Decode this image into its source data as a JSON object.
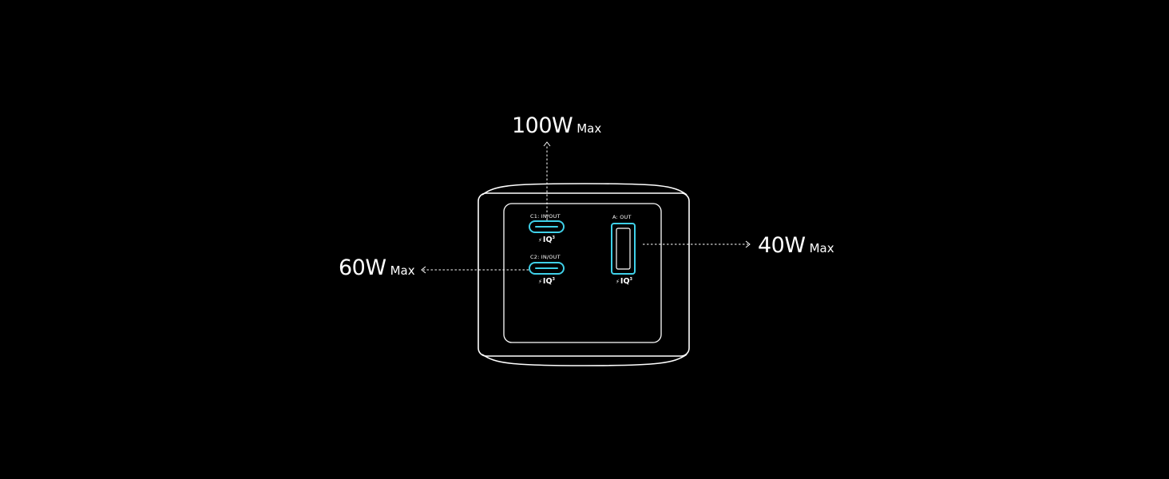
{
  "ports": {
    "c1": {
      "label": "C1: IN/OUT",
      "iq": "IQ",
      "iq_sup": "3"
    },
    "c2": {
      "label": "C2: IN/OUT",
      "iq": "IQ",
      "iq_sup": "3"
    },
    "a": {
      "label": "A: OUT",
      "iq": "IQ",
      "iq_sup": "3"
    }
  },
  "callouts": {
    "c1": {
      "watt": "100W",
      "max": "Max"
    },
    "c2": {
      "watt": "60W",
      "max": "Max"
    },
    "a": {
      "watt": "40W",
      "max": "Max"
    }
  },
  "colors": {
    "background": "#000000",
    "outline": "#ffffff",
    "port_accent": "#3fd0e8"
  }
}
